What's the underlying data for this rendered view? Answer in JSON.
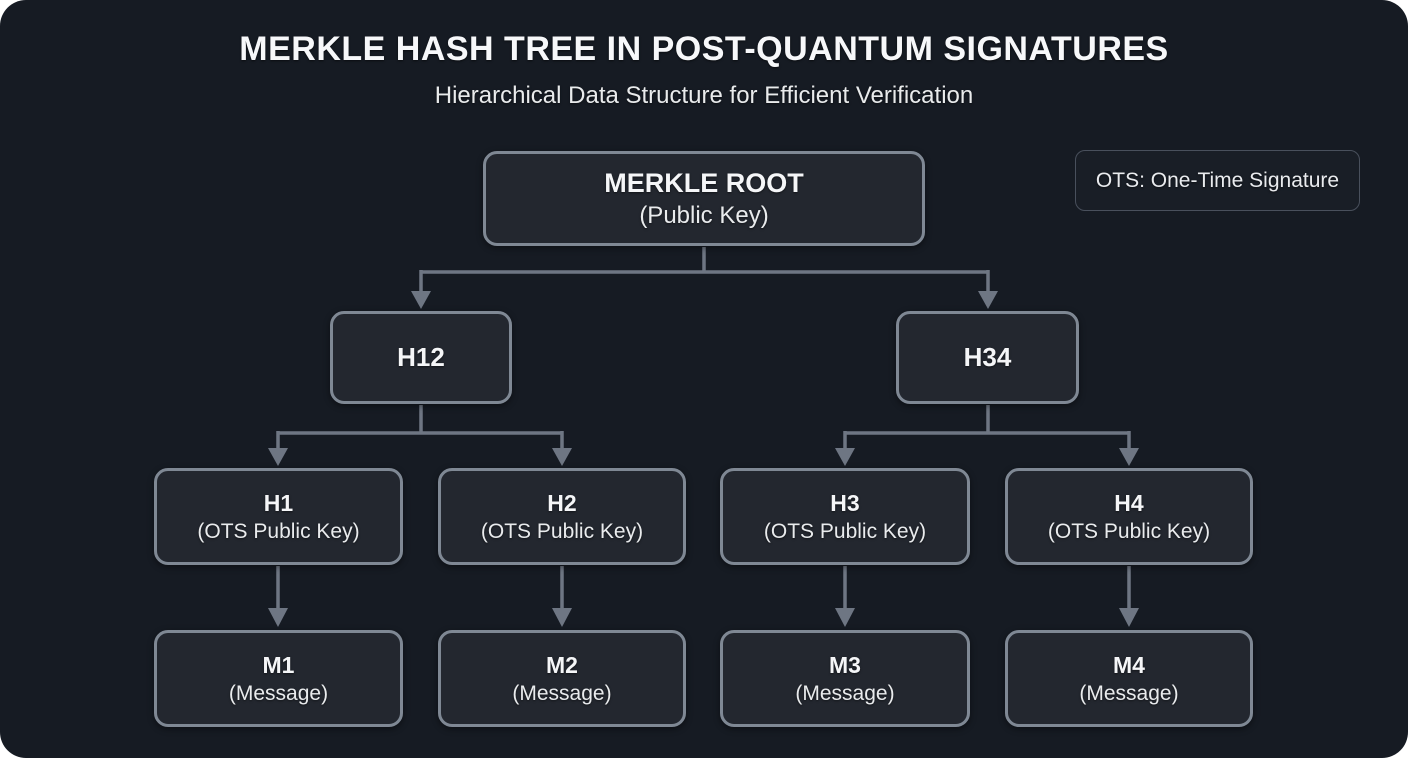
{
  "header": {
    "title": "MERKLE HASH TREE IN POST-QUANTUM SIGNATURES",
    "subtitle": "Hierarchical Data Structure for Efficient Verification"
  },
  "legend": {
    "label": "OTS: One-Time Signature"
  },
  "tree": {
    "root": {
      "title": "MERKLE ROOT",
      "subtitle": "(Public Key)"
    },
    "h12": {
      "title": "H12"
    },
    "h34": {
      "title": "H34"
    },
    "h1": {
      "title": "H1",
      "subtitle": "(OTS Public Key)"
    },
    "h2": {
      "title": "H2",
      "subtitle": "(OTS Public Key)"
    },
    "h3": {
      "title": "H3",
      "subtitle": "(OTS Public Key)"
    },
    "h4": {
      "title": "H4",
      "subtitle": "(OTS Public Key)"
    },
    "m1": {
      "title": "M1",
      "subtitle": "(Message)"
    },
    "m2": {
      "title": "M2",
      "subtitle": "(Message)"
    },
    "m3": {
      "title": "M3",
      "subtitle": "(Message)"
    },
    "m4": {
      "title": "M4",
      "subtitle": "(Message)"
    }
  },
  "edges": [
    "root->h12",
    "root->h34",
    "h12->h1",
    "h12->h2",
    "h34->h3",
    "h34->h4",
    "h1->m1",
    "h2->m2",
    "h3->m3",
    "h4->m4"
  ],
  "colors": {
    "page_background": "#ffffff",
    "panel_background": "#161b23",
    "node_fill": "#23272f",
    "node_border": "#7f8894",
    "connector": "#6e7683",
    "legend_border": "#49505c",
    "text_primary": "#f5f6f8",
    "text_secondary": "#e9ebed"
  }
}
